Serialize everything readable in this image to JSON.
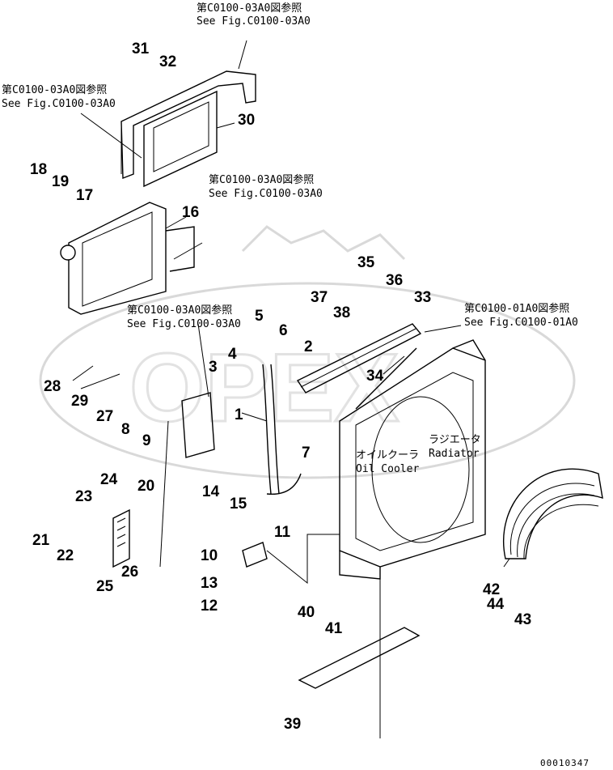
{
  "diagram": {
    "refs": {
      "r1_jp": "第C0100-03A0図参照",
      "r1_en": "See Fig.C0100-03A0",
      "r2_jp": "第C0100-03A0図参照",
      "r2_en": "See Fig.C0100-03A0",
      "r3_jp": "第C0100-03A0図参照",
      "r3_en": "See Fig.C0100-03A0",
      "r4_jp": "第C0100-03A0図参照",
      "r4_en": "See Fig.C0100-03A0",
      "r5_jp": "第C0100-01A0図参照",
      "r5_en": "See Fig.C0100-01A0"
    },
    "labels": {
      "radiator_jp": "ラジエータ",
      "radiator_en": "Radiator",
      "oilcooler_jp": "オイルクーラ",
      "oilcooler_en": "Oil Cooler"
    },
    "parts": {
      "p1": "1",
      "p2": "2",
      "p3": "3",
      "p4": "4",
      "p5": "5",
      "p6": "6",
      "p7": "7",
      "p8": "8",
      "p9": "9",
      "p10": "10",
      "p11": "11",
      "p12": "12",
      "p13": "13",
      "p14": "14",
      "p15": "15",
      "p16": "16",
      "p17": "17",
      "p18": "18",
      "p19": "19",
      "p20": "20",
      "p21": "21",
      "p22": "22",
      "p23": "23",
      "p24": "24",
      "p25": "25",
      "p26": "26",
      "p27": "27",
      "p28": "28",
      "p29": "29",
      "p30": "30",
      "p31": "31",
      "p32": "32",
      "p33": "33",
      "p34": "34",
      "p35": "35",
      "p36": "36",
      "p37": "37",
      "p38": "38",
      "p39": "39",
      "p40": "40",
      "p41": "41",
      "p42": "42",
      "p43": "43",
      "p44": "44"
    },
    "drawing_code": "00010347"
  }
}
